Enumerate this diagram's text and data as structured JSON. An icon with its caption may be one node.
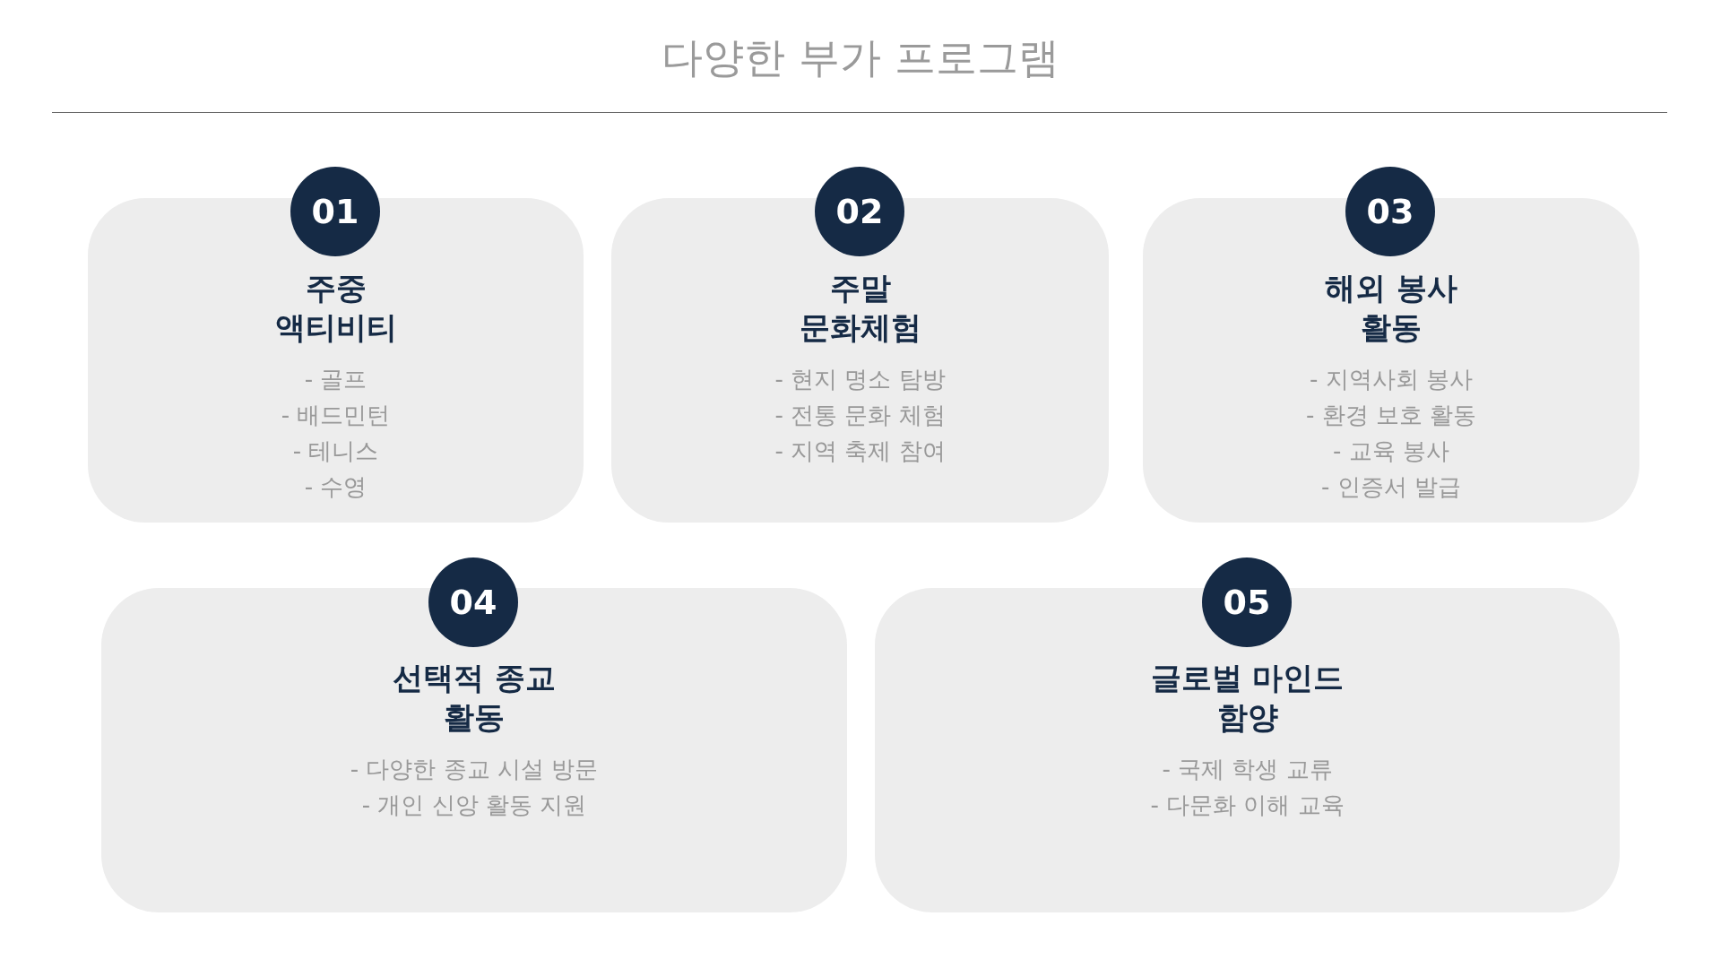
{
  "diagram": {
    "title": "다양한 부가 프로그램",
    "nodes": [
      {
        "text": [
          "01"
        ]
      },
      {
        "text": [
          "주중 액티비티",
          "- 골프",
          "- 배드민턴",
          "- 테니스",
          "- 수영"
        ]
      },
      {
        "text": [
          "02"
        ]
      },
      {
        "text": [
          "주말 문화체험",
          "- 현지 명소 탐방",
          "- 전통 문화 체험",
          "- 지역 축제 참여"
        ]
      },
      {
        "text": [
          "03"
        ]
      },
      {
        "text": [
          "해외 봉사 활동",
          "- 지역사회 봉사",
          "- 환경 보호 활동",
          "- 교육 봉사",
          "- 인증서 발급"
        ]
      },
      {
        "text": [
          "04"
        ]
      },
      {
        "text": [
          "선택적 종교 활동",
          "- 다양한 종교 시설 방문",
          "- 개인 신앙 활동 지원"
        ]
      },
      {
        "text": [
          "05"
        ]
      },
      {
        "text": [
          "글로벌 마인드 함양",
          "- 국제 학생 교류",
          "- 다문화 이해 교육"
        ]
      }
    ],
    "edges": []
  }
}
